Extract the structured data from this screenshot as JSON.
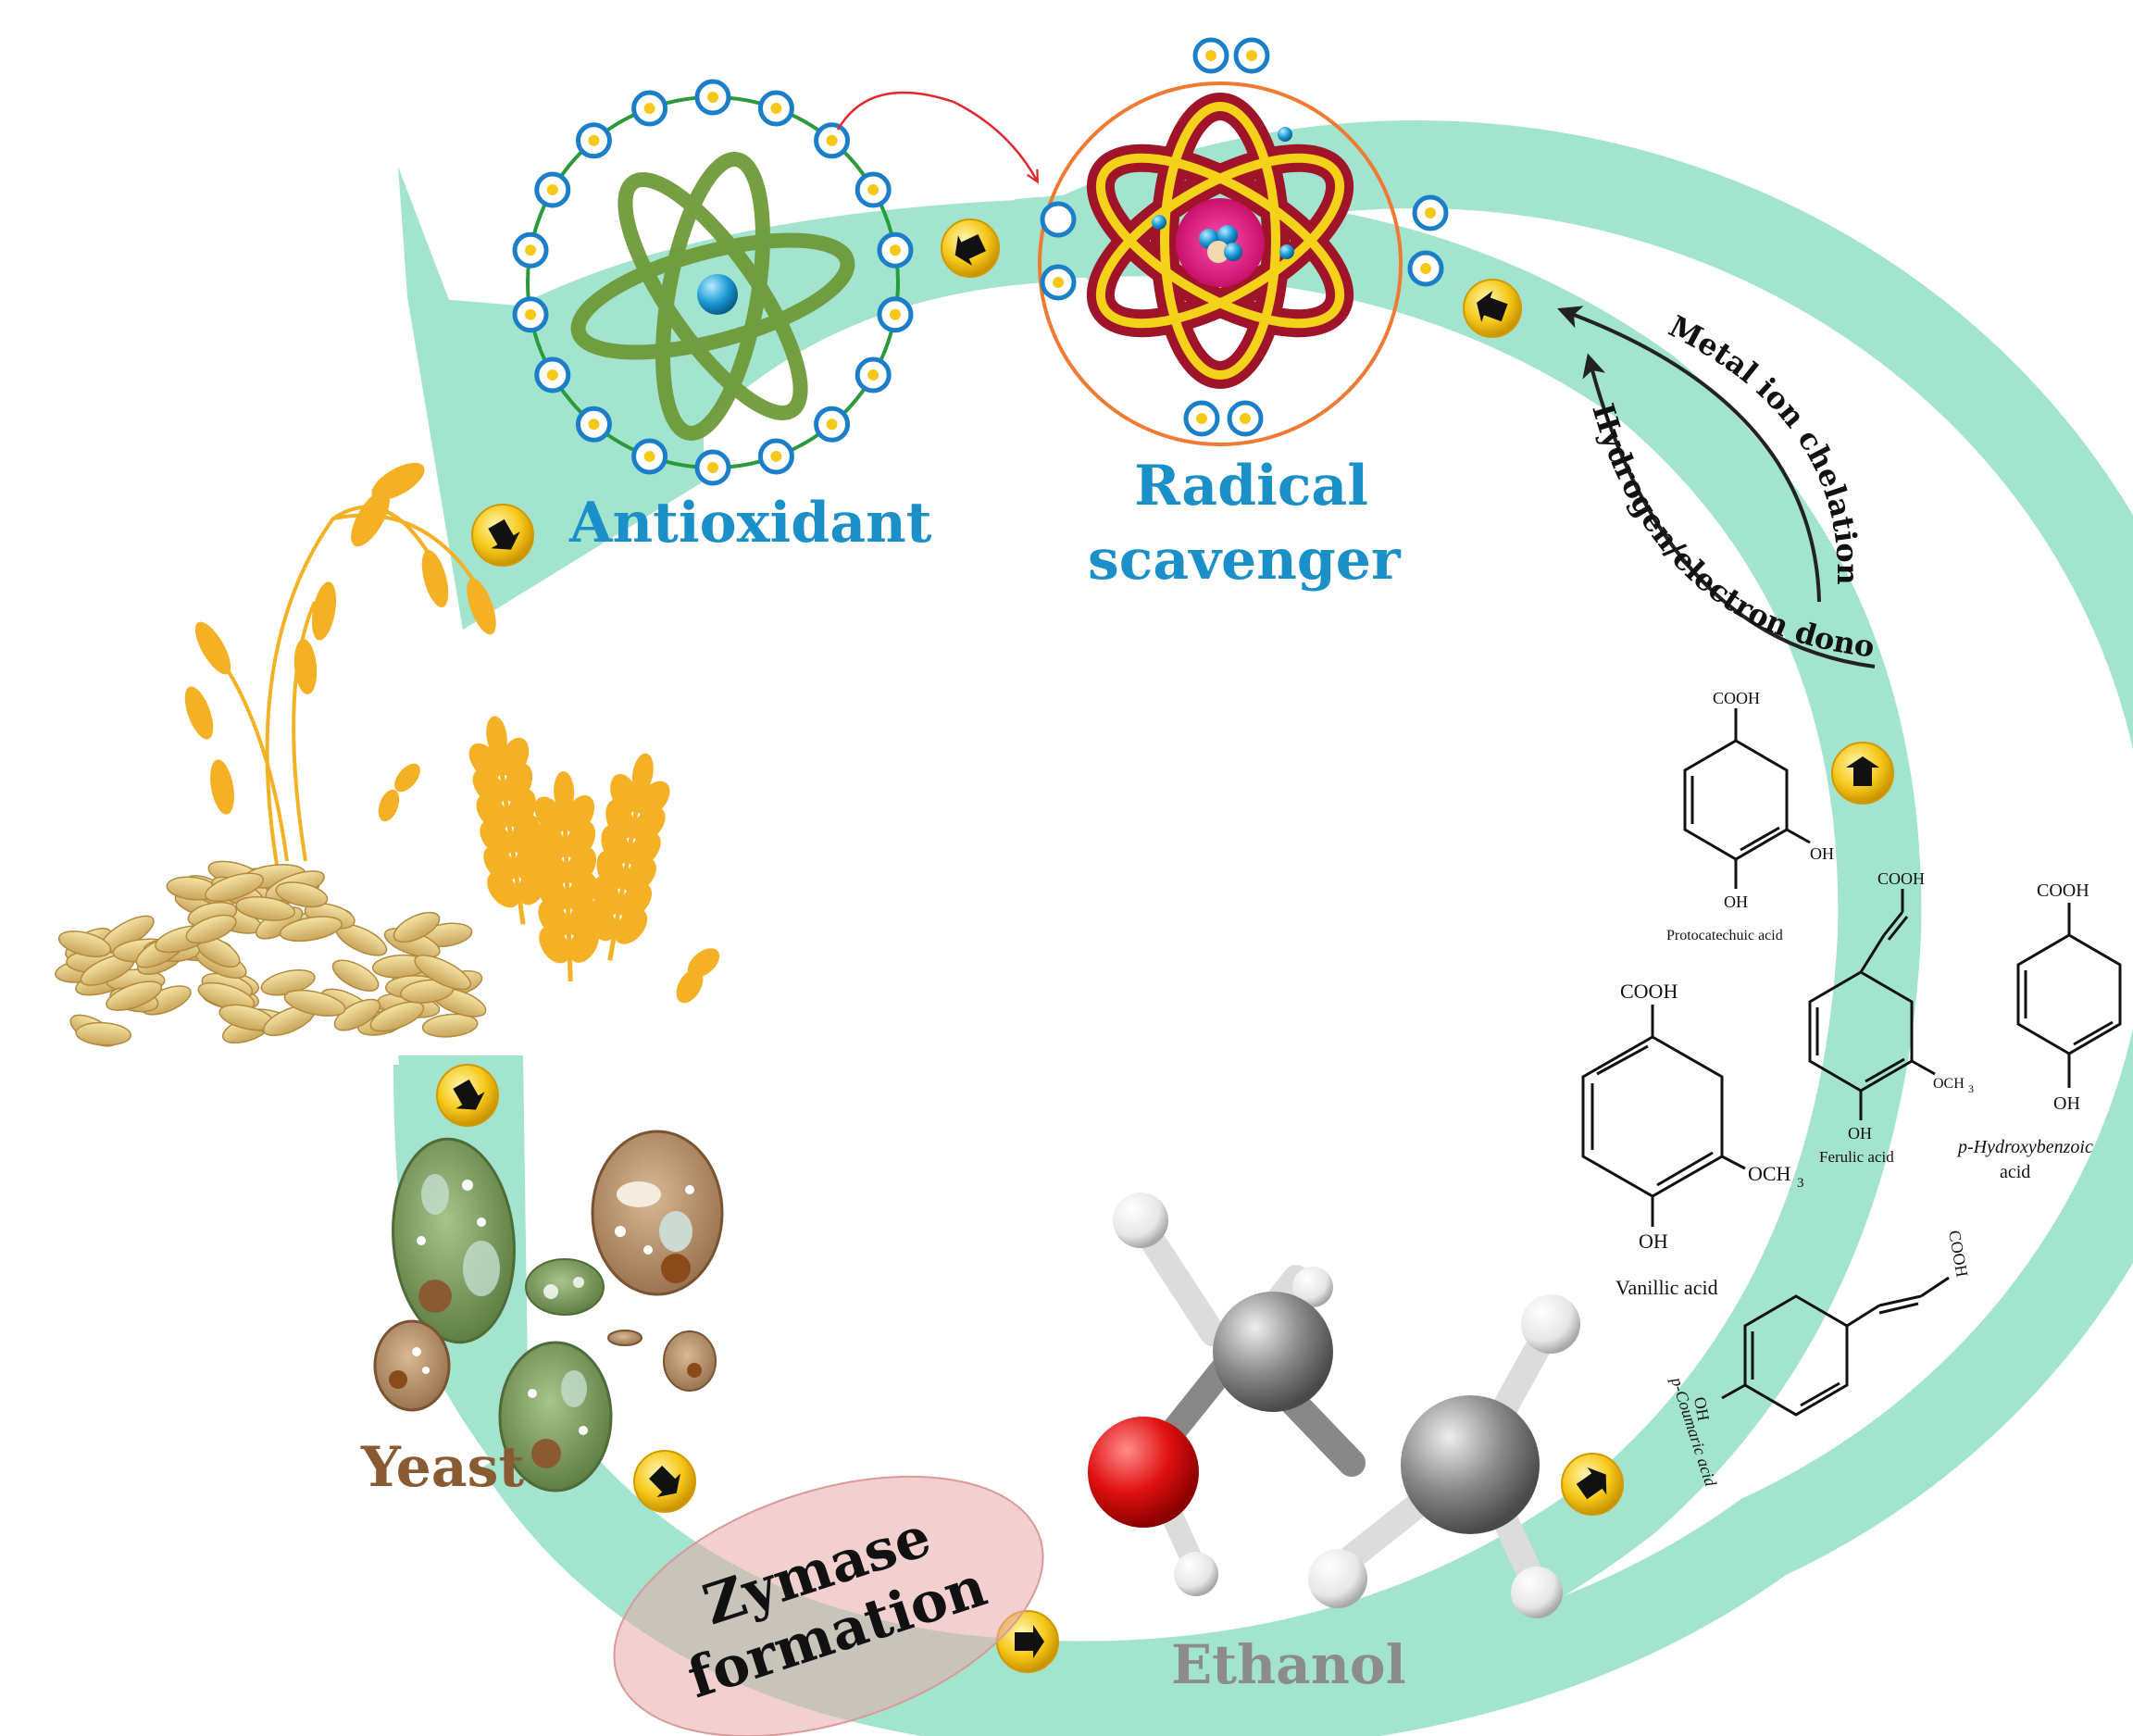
{
  "labels": {
    "antioxidant": "Antioxidant",
    "radical_line1": "Radical",
    "radical_line2": "scavenger",
    "yeast": "Yeast",
    "zymase_line1": "Zymase",
    "zymase_line2": "formation",
    "ethanol": "Ethanol",
    "metal_ion": "Metal ion chelation",
    "hydrogen_donor": "Hydrogen/electron donor"
  },
  "chemicals": {
    "cooh": "COOH",
    "oh": "OH",
    "och3": "OCH",
    "och3_sub": "3",
    "protocatechuic": "Protocatechuic acid",
    "ferulic": "Ferulic acid",
    "hydroxybenzoic_line1": "p-Hydroxybenzoic",
    "hydroxybenzoic_line2": "acid",
    "vanillic": "Vanillic acid",
    "coumaric": "p-Coumaric acid"
  },
  "colors": {
    "ring": "#a3e4cf",
    "label_blue": "#1a8fc8",
    "yeast_brown": "#8a5a32",
    "ethanol_gray": "#8c8c8c",
    "grain_orange": "#f4b126",
    "zymase_pink": "#e7a9a9"
  }
}
